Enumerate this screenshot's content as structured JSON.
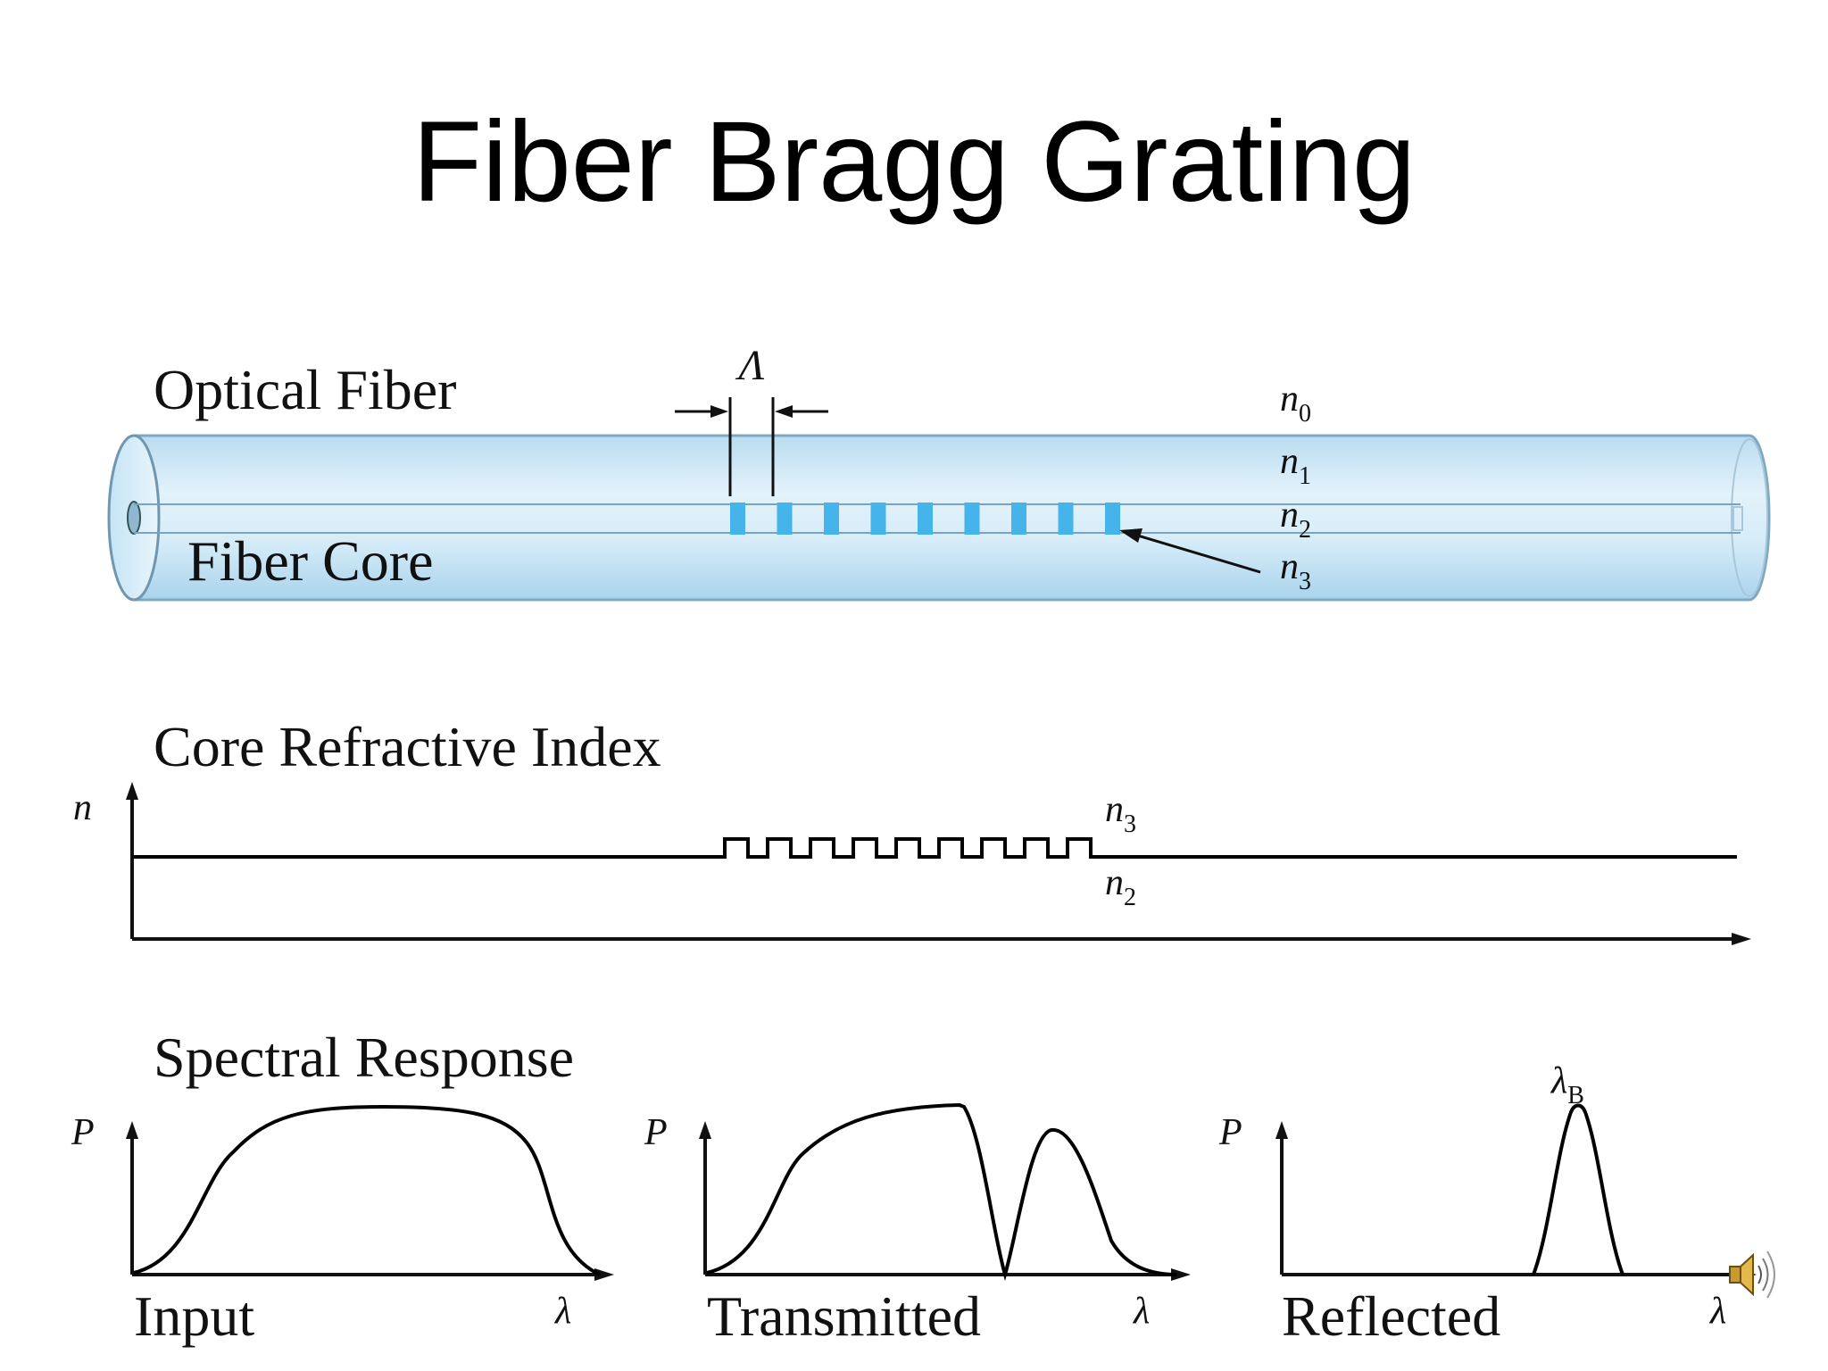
{
  "title": "Fiber Bragg Grating",
  "fiber": {
    "label_optical_fiber": "Optical Fiber",
    "label_fiber_core": "Fiber Core",
    "period_symbol": "Λ",
    "indices": [
      {
        "symbol": "n",
        "sub": "0"
      },
      {
        "symbol": "n",
        "sub": "1"
      },
      {
        "symbol": "n",
        "sub": "2"
      },
      {
        "symbol": "n",
        "sub": "3"
      }
    ],
    "grating_line_count": 9,
    "colors": {
      "cladding": "#cfe9f7",
      "cladding_edge": "#7fa9c2",
      "grating": "#45b4ea"
    }
  },
  "refractive_index": {
    "heading": "Core Refractive Index",
    "y_label": "n",
    "high": {
      "symbol": "n",
      "sub": "3"
    },
    "low": {
      "symbol": "n",
      "sub": "2"
    },
    "pulse_count": 9
  },
  "spectral": {
    "heading": "Spectral Response",
    "panels": [
      {
        "label": "Input",
        "y_label": "P",
        "x_label": "λ"
      },
      {
        "label": "Transmitted",
        "y_label": "P",
        "x_label": "λ"
      },
      {
        "label": "Reflected",
        "y_label": "P",
        "x_label": "λ",
        "peak": {
          "symbol": "λ",
          "sub": "B"
        }
      }
    ]
  },
  "icons": [
    "speaker-icon"
  ]
}
